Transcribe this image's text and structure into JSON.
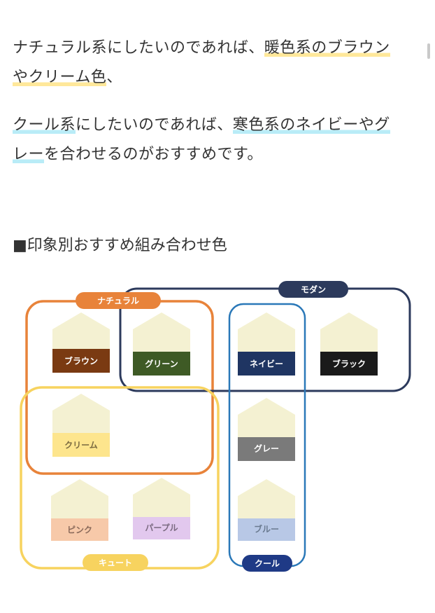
{
  "paragraphs": {
    "p1": {
      "part1": "ナチュラル系にしたいのであれば、",
      "part2": "暖色系のブラウン",
      "part3": "やクリーム色",
      "part4": "、"
    },
    "p2": {
      "part1": "クール系",
      "part2": "にしたいのであれば、",
      "part3": "寒色系のネイビーやグ",
      "part4": "レー",
      "part5": "を合わせるのがおすすめです。"
    }
  },
  "heading": "■印象別おすすめ組み合わせ色",
  "groups": {
    "natural": {
      "label": "ナチュラル",
      "color": "#e8833a"
    },
    "modern": {
      "label": "モダン",
      "color": "#2c3a5c"
    },
    "cool": {
      "label": "クール",
      "color": "#2a78b8"
    },
    "cute": {
      "label": "キュート",
      "color": "#f7d35f"
    }
  },
  "tiles": {
    "brown": {
      "label": "ブラウン",
      "color": "#7a3a12"
    },
    "green": {
      "label": "グリーン",
      "color": "#3e5a25"
    },
    "navy": {
      "label": "ネイビー",
      "color": "#1f3562"
    },
    "black": {
      "label": "ブラック",
      "color": "#1a1a1a"
    },
    "cream": {
      "label": "クリーム",
      "color": "#fde58d"
    },
    "gray": {
      "label": "グレー",
      "color": "#7a7a7a"
    },
    "pink": {
      "label": "ピンク",
      "color": "#f7c9a9"
    },
    "purple": {
      "label": "パープル",
      "color": "#e2c8ee"
    },
    "blue": {
      "label": "ブルー",
      "color": "#b8c8e6"
    }
  },
  "house_color": "#f4f1d2"
}
